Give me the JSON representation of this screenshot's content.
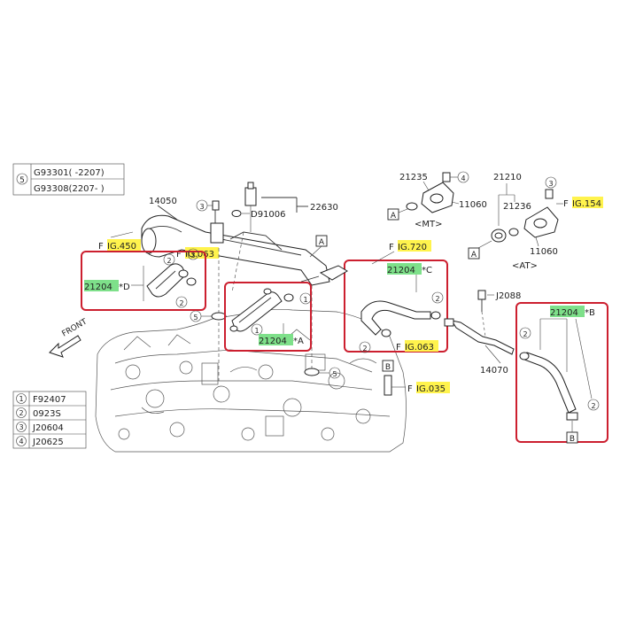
{
  "legend_top": {
    "circle_number": "5",
    "rows": [
      "G93301( -2207)",
      "G93308(2207- )"
    ]
  },
  "legend_bottom": [
    {
      "num": "1",
      "code": "F92407"
    },
    {
      "num": "2",
      "code": "0923S"
    },
    {
      "num": "3",
      "code": "J20604"
    },
    {
      "num": "4",
      "code": "J20625"
    }
  ],
  "labels": {
    "p14050": "14050",
    "p22630": "22630",
    "pD91006": "D91006",
    "p21235": "21235",
    "p21210": "21210",
    "p21236": "21236",
    "p11060_mt": "11060",
    "p11060_at": "11060",
    "mt": "<MT>",
    "at": "<AT>",
    "pJ2088": "J2088",
    "p14070": "14070",
    "front": "FRONT"
  },
  "fig_refs": {
    "fig450": {
      "prefix": "F",
      "hl": "IG.450"
    },
    "fig063a": {
      "prefix": "F",
      "hl": "IG.063"
    },
    "fig720": {
      "prefix": "F",
      "hl": "IG.720"
    },
    "fig063b": {
      "prefix": "F",
      "hl": "IG.063"
    },
    "fig154": {
      "prefix": "F",
      "hl": "IG.154"
    },
    "fig035": {
      "prefix": "F",
      "hl": "IG.035"
    }
  },
  "hoses": {
    "d": {
      "hl": "21204",
      "suffix": "*D"
    },
    "a": {
      "hl": "21204",
      "suffix": "*A"
    },
    "c": {
      "hl": "21204",
      "suffix": "*C"
    },
    "b": {
      "hl": "21204",
      "suffix": "*B"
    }
  },
  "markers": {
    "A": "A",
    "B": "B",
    "n1": "1",
    "n2": "2",
    "n3": "3",
    "n4": "4",
    "n5": "5"
  },
  "colors": {
    "callout_border": "#cc1f2f",
    "fig_highlight": "#fff34d",
    "part_highlight": "#7ee08a"
  }
}
